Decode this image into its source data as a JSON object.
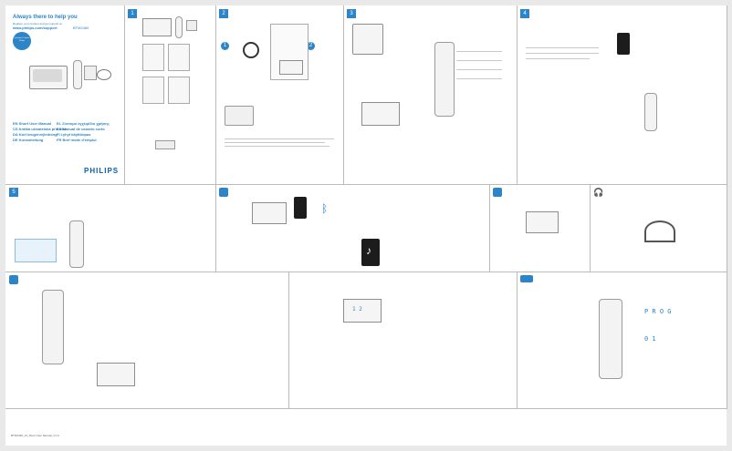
{
  "cover": {
    "headline": "Always there to help you",
    "subline": "Register your product and get support at",
    "url": "www.philips.com/support",
    "model": "BTM2460",
    "badge": "Question? Contact Philips",
    "languages": [
      "EN  Short User Manual",
      "CS  Krátká uživatelská příručka",
      "DA  Kort brugervejledning",
      "DE  Kurzanleitung",
      "EL  Σύντομο εγχειρίδιο χρήσης",
      "ES  Manual de usuario corto",
      "FI  Lyhyt käyttöopas",
      "FR  Bref mode d'emploi"
    ],
    "brand": "PHILIPS",
    "footer": "BTM2460_12_Short User Manual_V1.0"
  },
  "display_labels": {
    "digits": "P R O G",
    "clock": "1 2",
    "track_01": "0 1"
  },
  "sections": {
    "section1": "1",
    "section2": "2",
    "section3": "3",
    "section4": "4",
    "section5": "5"
  }
}
